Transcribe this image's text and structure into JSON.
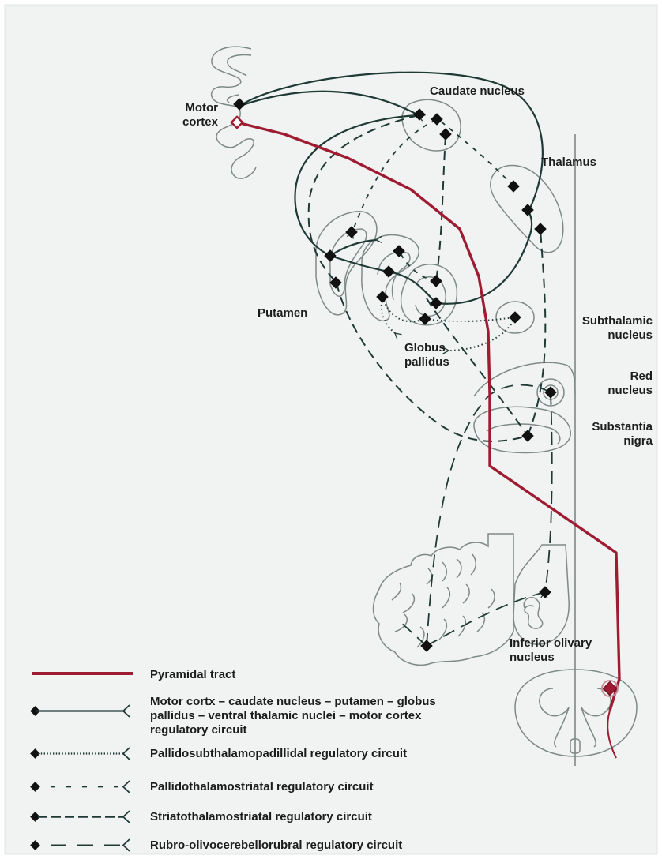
{
  "labels": {
    "motor_cortex": [
      "Motor",
      "cortex"
    ],
    "caudate_nucleus": "Caudate nucleus",
    "thalamus": "Thalamus",
    "putamen": "Putamen",
    "globus_pallidus": [
      "Globus",
      "pallidus"
    ],
    "subthalamic_nucleus": [
      "Subthalamic",
      "nucleus"
    ],
    "red_nucleus": [
      "Red",
      "nucleus"
    ],
    "substantia_nigra": [
      "Substantia",
      "nigra"
    ],
    "inferior_olivary_nucleus": [
      "Inferior olivary",
      "nucleus"
    ]
  },
  "legend": {
    "items": [
      {
        "style": "solid-red",
        "lines": [
          "Pyramidal tract"
        ]
      },
      {
        "style": "solid-dark",
        "lines": [
          "Motor cortx – caudate nucleus – putamen – globus",
          "pallidus – ventral thalamic nuclei – motor cortex",
          "regulatory circuit"
        ]
      },
      {
        "style": "dotted",
        "lines": [
          "Pallidosubthalamopadillidal regulatory circuit"
        ]
      },
      {
        "style": "short-dash",
        "lines": [
          "Pallidothalamostriatal regulatory circuit"
        ]
      },
      {
        "style": "medium-dash",
        "lines": [
          "Striatothalamostriatal regulatory circuit"
        ]
      },
      {
        "style": "long-dash",
        "lines": [
          "Rubro-olivocerebellorubral regulatory circuit"
        ]
      }
    ]
  },
  "colors": {
    "pyramidal": "#9e1b32",
    "circuit": "#1f3a34",
    "outline": "#6b7a76",
    "background": "#f1f3f3"
  }
}
